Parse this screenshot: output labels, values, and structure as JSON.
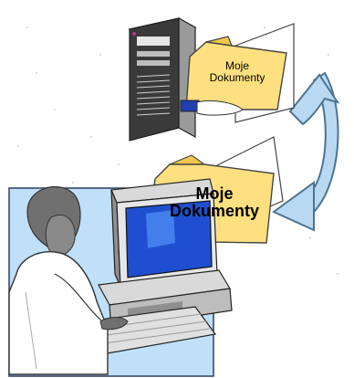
{
  "folders": {
    "server_folder": {
      "line1": "Moje",
      "line2": "Dokumenty"
    },
    "workstation_folder": {
      "line1": "Moje",
      "line2": "Dokumenty"
    }
  },
  "colors": {
    "folder_fill": "#ffe080",
    "folder_tab": "#f2c84b",
    "panel_blue": "#bfe0f8",
    "arrow_fill": "#b9d9f3",
    "arrow_outline": "#4d7390",
    "server_dark": "#3a3a3a",
    "person_gray": "#707070",
    "screen_blue": "#1f4fd0"
  },
  "icons": [
    "server-tower-icon",
    "workstation-computer-icon",
    "person-at-computer-icon",
    "sync-arrow-icon",
    "folder-icon",
    "document-page-icon",
    "hand-icon"
  ]
}
